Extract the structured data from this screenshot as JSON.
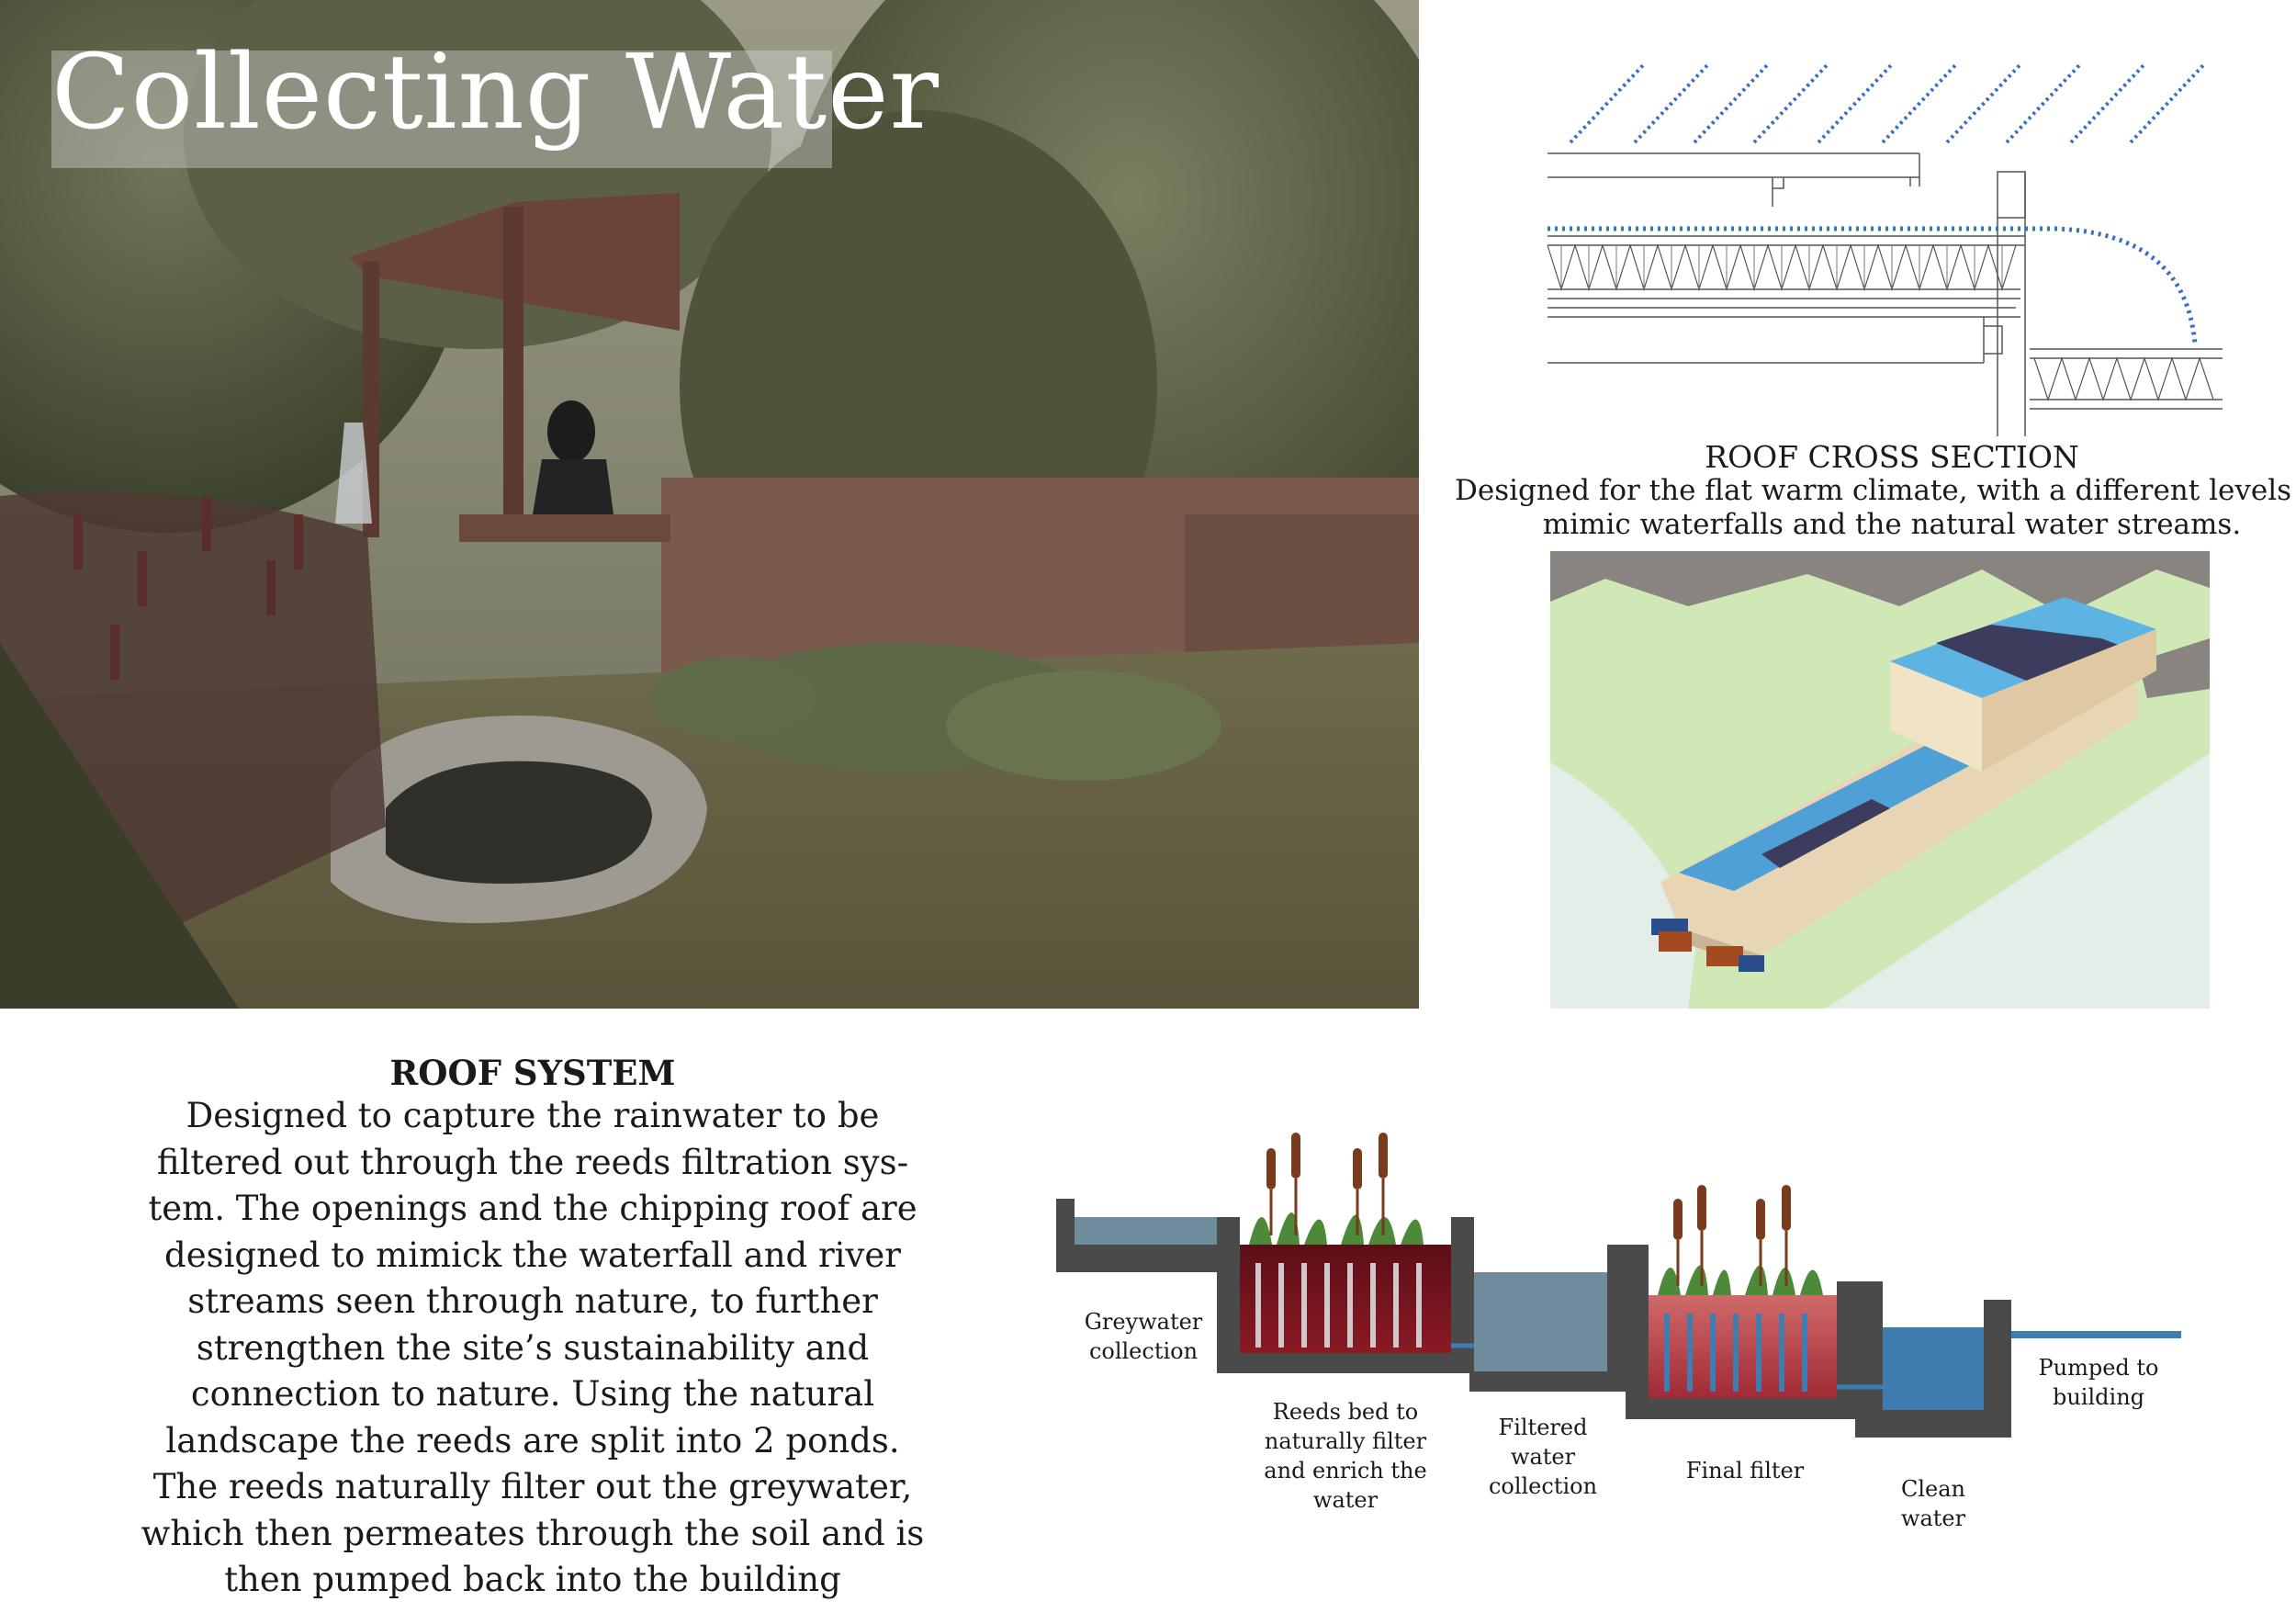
{
  "title": "Collecting Water",
  "roof_cross_section": {
    "title": "ROOF CROSS SECTION",
    "description": "Designed for the flat warm climate, with a different levels to mimic waterfalls and the natural water streams."
  },
  "roof_system": {
    "title": "ROOF SYSTEM",
    "description": "Designed to capture the rainwater to be filtered out through the reeds filtration sys-tem. The openings and the chipping roof are designed to mimick the waterfall and river streams seen through nature, to further strengthen the site’s sustainability and connection to nature. Using the natural landscape the reeds are split into 2 ponds. The reeds naturally filter out the greywater, which then permeates through the soil and is then pumped back into the building"
  },
  "filtration_diagram": {
    "labels": {
      "greywater": "Greywater collection",
      "reeds_bed": "Reeds bed to naturally filter and enrich the water",
      "filtered": "Filtered water collection",
      "final_filter": "Final filter",
      "clean_water": "Clean water",
      "pumped": "Pumped to building"
    }
  },
  "colors": {
    "rain_blue": "#3a6fc4",
    "water_blue": "#3f7db0",
    "grey_water": "#6e8c9b",
    "reed_bed": "#7a1620",
    "final_filter_bed": "#b83a40",
    "tank_grey": "#4a4a4a",
    "hill_green": "#cfe8b6"
  }
}
